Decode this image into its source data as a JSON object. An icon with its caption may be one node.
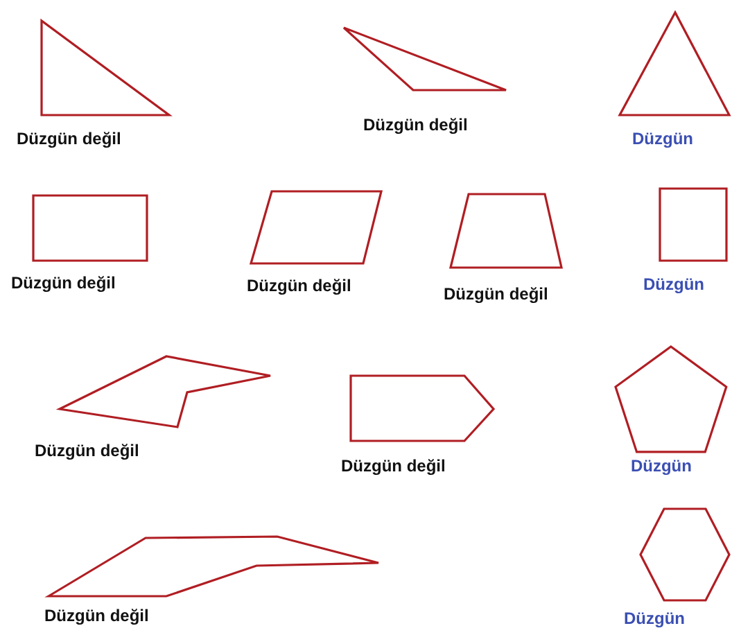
{
  "diagram": {
    "nodes": [
      {
        "text": [
          "Düzgün değil"
        ]
      },
      {
        "text": [
          "Düzgün değil"
        ]
      },
      {
        "text": [
          "Düzgün"
        ]
      },
      {
        "text": [
          "Düzgün değil"
        ]
      },
      {
        "text": [
          "Düzgün değil"
        ]
      },
      {
        "text": [
          "Düzgün değil"
        ]
      },
      {
        "text": [
          "Düzgün"
        ]
      },
      {
        "text": [
          "Düzgün değil"
        ]
      },
      {
        "text": [
          "Düzgün değil"
        ]
      },
      {
        "text": [
          "Düzgün"
        ]
      },
      {
        "text": [
          "Düzgün değil"
        ]
      },
      {
        "text": [
          "Düzgün"
        ]
      }
    ]
  }
}
